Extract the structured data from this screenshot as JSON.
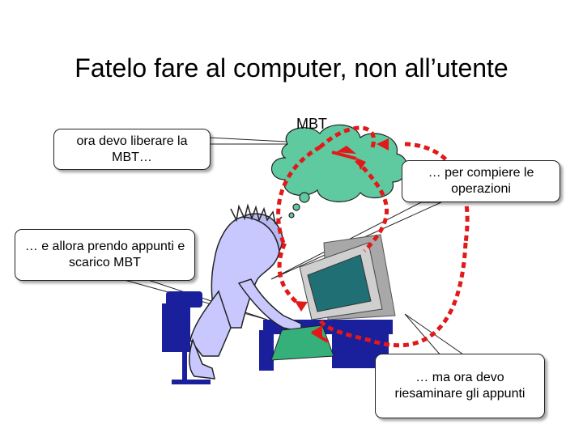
{
  "title": "Fatelo fare al computer, non all’utente",
  "cloud_label": "MBT",
  "callouts": {
    "liberare": "ora devo liberare la MBT…",
    "compiere": "… per compiere le operazioni",
    "appunti": "… e allora prendo appunti e scarico MBT",
    "riesaminare": "… ma ora devo riesaminare gli appunti"
  },
  "colors": {
    "cloud": "#5fcaa0",
    "loop_arrows": "#e11919",
    "desk": "#1a1f9c",
    "person": "#c8c8ff",
    "monitor": "#a8a8a8",
    "screen": "#1f6f74",
    "paper": "#36b07a"
  }
}
